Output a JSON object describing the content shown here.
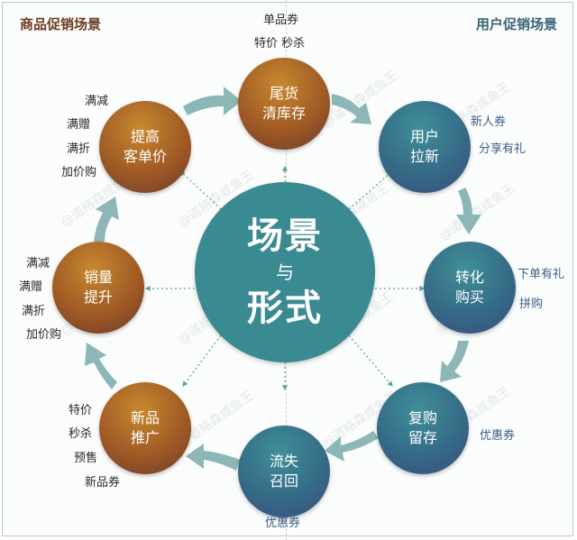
{
  "headings": {
    "left": "商品促销场景",
    "right": "用户促销场景"
  },
  "center": {
    "line1": "场景",
    "line2": "与",
    "line3": "形式"
  },
  "nodes": {
    "clearance": {
      "line1": "尾货",
      "line2": "清库存"
    },
    "new_user": {
      "line1": "用户",
      "line2": "拉新"
    },
    "conversion": {
      "line1": "转化",
      "line2": "购买"
    },
    "repurchase": {
      "line1": "复购",
      "line2": "留存"
    },
    "recall": {
      "line1": "流失",
      "line2": "召回"
    },
    "new_product": {
      "line1": "新品",
      "line2": "推广"
    },
    "sales": {
      "line1": "销量",
      "line2": "提升"
    },
    "unit_price": {
      "line1": "提高",
      "line2": "客单价"
    }
  },
  "labels": {
    "clearance": [
      "单品券",
      "特价 秒杀"
    ],
    "new_user": [
      "新人券",
      "分享有礼"
    ],
    "conversion": [
      "下单有礼",
      "拼购"
    ],
    "repurchase": [
      "优惠券"
    ],
    "recall": [
      "优惠券"
    ],
    "new_product": [
      "特价",
      "秒杀",
      "预售",
      "新品券"
    ],
    "sales": [
      "满减",
      "满赠",
      "满折",
      "加价购"
    ],
    "unit_price": [
      "满减",
      "满赠",
      "满折",
      "加价购"
    ]
  },
  "watermark": "@道格森咸鱼王",
  "colors": {
    "warm": "#a05a25",
    "cool": "#356b87",
    "center": "#3a8a91",
    "arrow": "#8cb7b6"
  }
}
